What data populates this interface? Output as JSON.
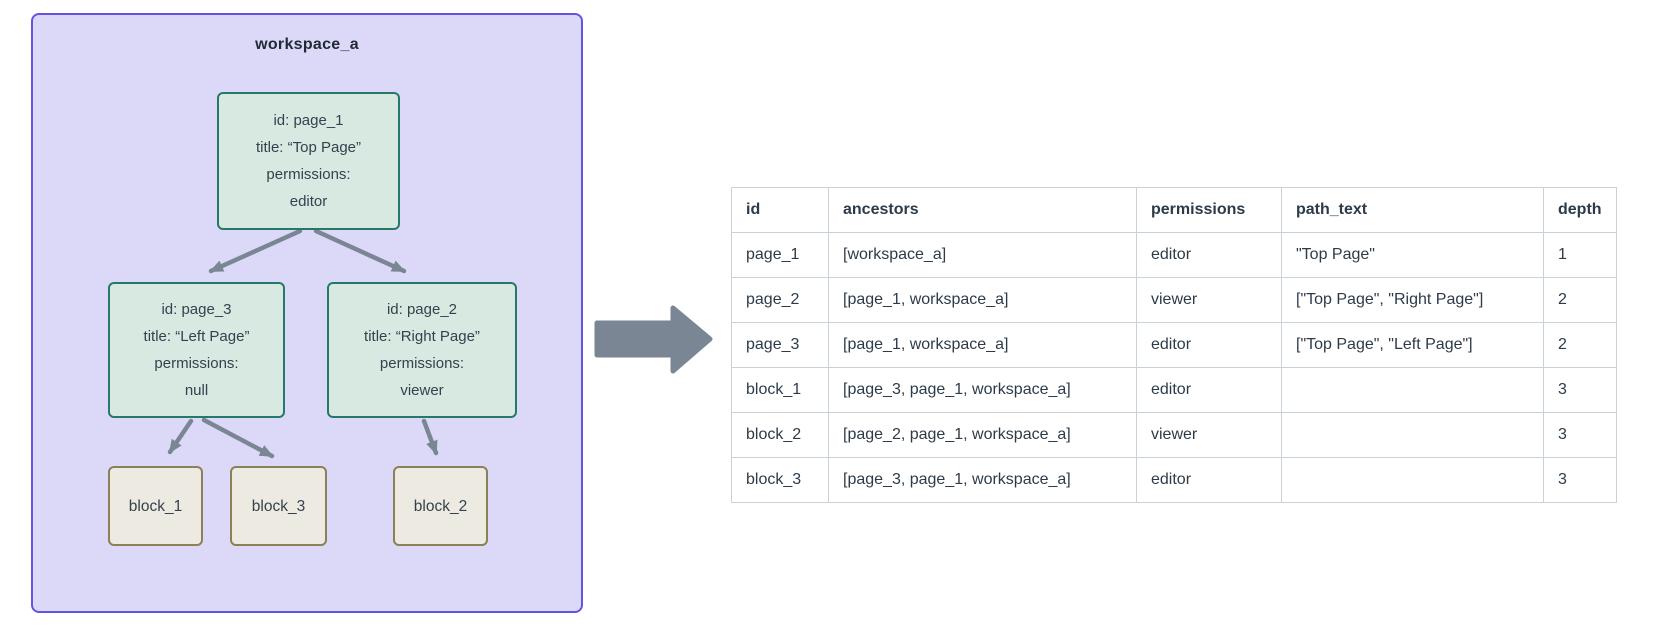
{
  "colors": {
    "workspace-fill": "#dcd9f8",
    "workspace-border": "#6553e3",
    "page-fill": "#d8e9e2",
    "page-border": "#25796a",
    "block-fill": "#edeae2",
    "block-border": "#8b8056",
    "arrow": "#7b8694",
    "table-border": "#c9d2d9",
    "text-dark": "#2d3b49",
    "title-text": "#1f2a35"
  },
  "diagram": {
    "workspace_label": "workspace_a",
    "page_nodes": [
      {
        "lines": [
          "id: page_1",
          "title: “Top Page”",
          "permissions:",
          "editor"
        ]
      },
      {
        "lines": [
          "id: page_3",
          "title: “Left Page”",
          "permissions:",
          "null"
        ]
      },
      {
        "lines": [
          "id: page_2",
          "title: “Right Page”",
          "permissions:",
          "viewer"
        ]
      }
    ],
    "block_nodes": [
      {
        "label": "block_1"
      },
      {
        "label": "block_3"
      },
      {
        "label": "block_2"
      }
    ]
  },
  "table": {
    "columns": [
      "id",
      "ancestors",
      "permissions",
      "path_text",
      "depth"
    ],
    "rows": [
      {
        "id": "page_1",
        "ancestors": "[workspace_a]",
        "permissions": "editor",
        "path_text": "\"Top Page\"",
        "depth": "1"
      },
      {
        "id": "page_2",
        "ancestors": "[page_1, workspace_a]",
        "permissions": "viewer",
        "path_text": "[\"Top Page\", \"Right Page\"]",
        "depth": "2"
      },
      {
        "id": "page_3",
        "ancestors": "[page_1, workspace_a]",
        "permissions": "editor",
        "path_text": "[\"Top Page\", \"Left Page\"]",
        "depth": "2"
      },
      {
        "id": "block_1",
        "ancestors": "[page_3, page_1, workspace_a]",
        "permissions": "editor",
        "path_text": "",
        "depth": "3"
      },
      {
        "id": "block_2",
        "ancestors": "[page_2, page_1, workspace_a]",
        "permissions": "viewer",
        "path_text": "",
        "depth": "3"
      },
      {
        "id": "block_3",
        "ancestors": "[page_3, page_1, workspace_a]",
        "permissions": "editor",
        "path_text": "",
        "depth": "3"
      }
    ]
  }
}
